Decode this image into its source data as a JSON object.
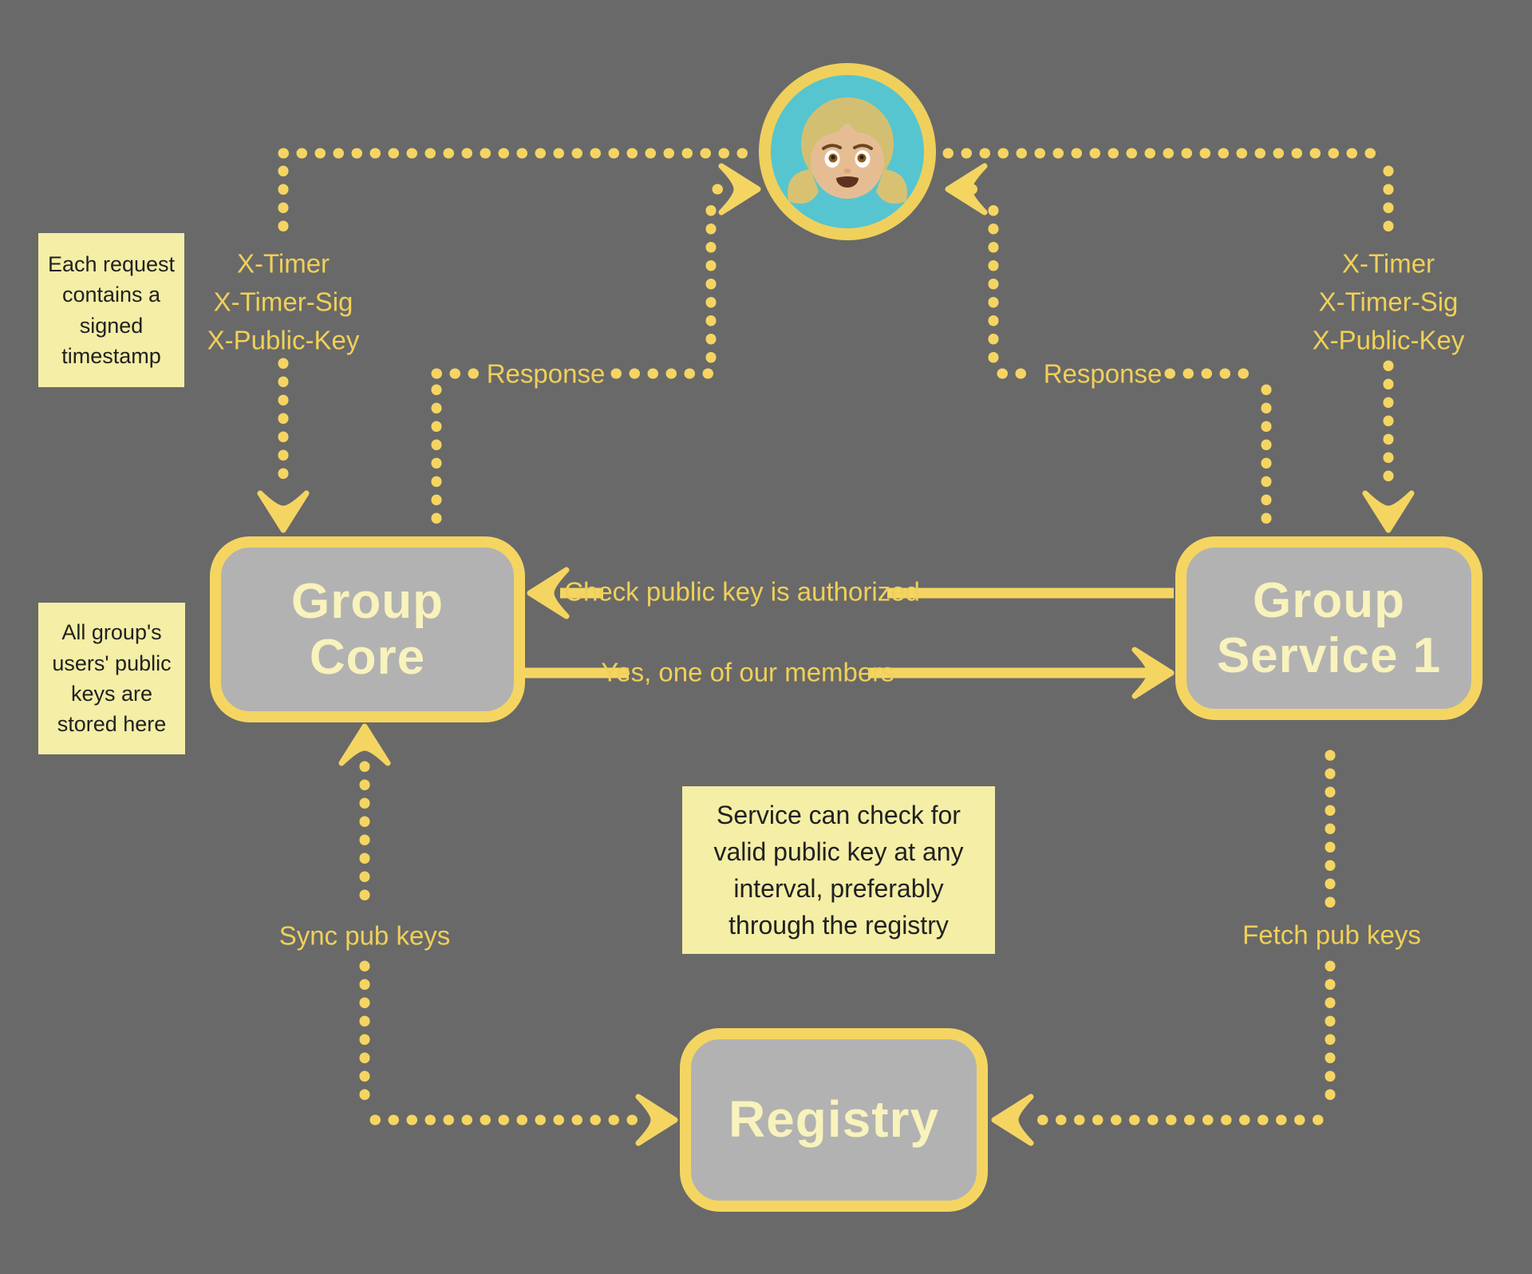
{
  "colors": {
    "background": "#696969",
    "accent_yellow": "#f5d562",
    "node_fill": "#b2b2b2",
    "node_text": "#f8f2bc",
    "note_bg": "#f4eea6",
    "note_text": "#212121",
    "label_text": "#f0d058",
    "avatar_ring": "#f0d05c",
    "avatar_bg": "#56c5d0"
  },
  "avatar": {
    "name": "girl-user"
  },
  "nodes": {
    "group_core": {
      "lines": [
        "Group",
        "Core"
      ]
    },
    "group_service": {
      "lines": [
        "Group",
        "Service 1"
      ]
    },
    "registry": {
      "lines": [
        "Registry"
      ]
    }
  },
  "labels": {
    "left_headers": [
      "X-Timer",
      "X-Timer-Sig",
      "X-Public-Key"
    ],
    "right_headers": [
      "X-Timer",
      "X-Timer-Sig",
      "X-Public-Key"
    ],
    "response_left": "Response",
    "response_right": "Response",
    "check_authorized": "Check public key is authorized",
    "yes_member": "Yes, one of our members",
    "sync_keys": "Sync pub keys",
    "fetch_keys": "Fetch pub keys"
  },
  "notes": {
    "signed_timestamp": {
      "lines": [
        "Each request",
        "contains a",
        "signed",
        "timestamp"
      ]
    },
    "keys_stored": {
      "lines": [
        "All group's",
        "users' public",
        "keys are",
        "stored here"
      ]
    },
    "service_check": {
      "lines": [
        "Service can check for",
        "valid public key at any",
        "interval, preferably",
        "through the registry"
      ]
    }
  }
}
